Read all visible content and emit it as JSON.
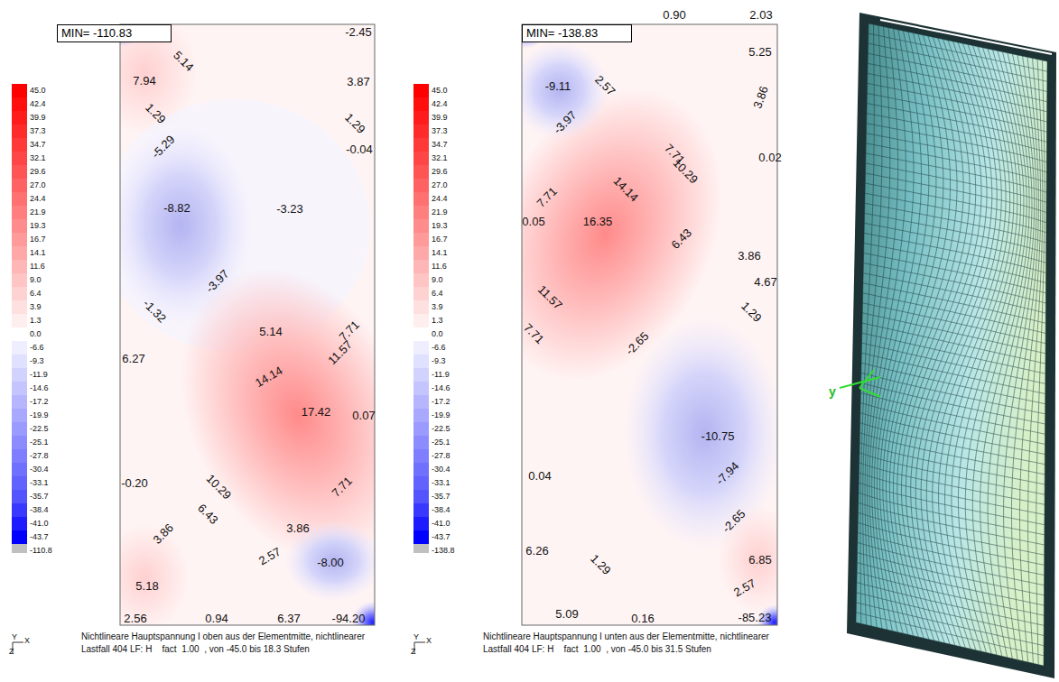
{
  "diagram": {
    "nodes": [
      {
        "text": [
          "MIN= -110.83"
        ]
      },
      {
        "text": [
          "MIN= -138.83"
        ]
      }
    ],
    "labels": [
      "-2.45",
      "5.14",
      "7.94",
      "3.87",
      "1.29",
      "1.29",
      "-5.29",
      "-0.04",
      "-8.82",
      "-3.23",
      "-3.97",
      "-1.32",
      "5.14",
      "7.71",
      "11.57",
      "6.27",
      "14.14",
      "17.42",
      "0.07",
      "-0.20",
      "10.29",
      "7.71",
      "6.43",
      "3.86",
      "3.86",
      "-8.00",
      "2.57",
      "5.18",
      "2.56",
      "0.94",
      "6.37",
      "-94.20",
      "0.90",
      "2.03",
      "5.25",
      "-9.11",
      "2.57",
      "3.86",
      "-3.97",
      "7.71",
      "10.29",
      "0.02",
      "14.14",
      "7.71",
      "0.05",
      "16.35",
      "6.43",
      "3.86",
      "4.67",
      "11.57",
      "1.29",
      "7.71",
      "-2.65",
      "-10.75",
      "0.04",
      "-7.94",
      "-2.65",
      "6.26",
      "1.29",
      "6.85",
      "2.57",
      "5.09",
      "0.16",
      "-85.23",
      "Nichtlineare Hauptspannung I oben aus der Elementmitte, nichtlinearer",
      "Lastfall 404 LF: H    fact  1.00  , von -45.0 bis 18.3 Stufen",
      "Nichtlineare Hauptspannung I unten aus der Elementmitte, nichtlinearer",
      "Lastfall 404 LF: H    fact  1.00  , von -45.0 bis 31.5 Stufen",
      "Y",
      "X",
      "Z",
      "Y",
      "X",
      "Z",
      "y"
    ],
    "legend": [
      {
        "text": "45.0",
        "color": "#ff0000"
      },
      {
        "text": "42.4",
        "color": "#ff0e0e"
      },
      {
        "text": "39.9",
        "color": "#ff1c1c"
      },
      {
        "text": "37.3",
        "color": "#ff2a2a"
      },
      {
        "text": "34.7",
        "color": "#ff3838"
      },
      {
        "text": "32.1",
        "color": "#ff4646"
      },
      {
        "text": "29.6",
        "color": "#ff5454"
      },
      {
        "text": "27.0",
        "color": "#ff6262"
      },
      {
        "text": "24.4",
        "color": "#ff7070"
      },
      {
        "text": "21.9",
        "color": "#ff7e7e"
      },
      {
        "text": "19.3",
        "color": "#ff8c8c"
      },
      {
        "text": "16.7",
        "color": "#ff9a9a"
      },
      {
        "text": "14.1",
        "color": "#ffa8a8"
      },
      {
        "text": "11.6",
        "color": "#ffb6b6"
      },
      {
        "text": "9.0",
        "color": "#ffc4c4"
      },
      {
        "text": "6.4",
        "color": "#ffd2d2"
      },
      {
        "text": "3.9",
        "color": "#ffe0e0"
      },
      {
        "text": "1.3",
        "color": "#ffeeee"
      },
      {
        "text": "0.0",
        "color": "#ffffff"
      },
      {
        "text": "-6.6",
        "color": "#eeeeff"
      },
      {
        "text": "-9.3",
        "color": "#e0e0ff"
      },
      {
        "text": "-11.9",
        "color": "#d2d2ff"
      },
      {
        "text": "-14.6",
        "color": "#c4c4ff"
      },
      {
        "text": "-17.2",
        "color": "#b6b6ff"
      },
      {
        "text": "-19.9",
        "color": "#a8a8ff"
      },
      {
        "text": "-22.5",
        "color": "#9a9aff"
      },
      {
        "text": "-25.1",
        "color": "#8c8cff"
      },
      {
        "text": "-27.8",
        "color": "#7e7eff"
      },
      {
        "text": "-30.4",
        "color": "#7070ff"
      },
      {
        "text": "-33.1",
        "color": "#6262ff"
      },
      {
        "text": "-35.7",
        "color": "#5454ff"
      },
      {
        "text": "-38.4",
        "color": "#3838ff"
      },
      {
        "text": "-41.0",
        "color": "#1c1cff"
      },
      {
        "text": "-43.7",
        "color": "#0000ff"
      },
      {
        "text": "-110.8",
        "color": "#c0c0c0"
      },
      {
        "text": "45.0",
        "color": "#ff0000"
      },
      {
        "text": "42.4",
        "color": "#ff0e0e"
      },
      {
        "text": "39.9",
        "color": "#ff1c1c"
      },
      {
        "text": "37.3",
        "color": "#ff2a2a"
      },
      {
        "text": "34.7",
        "color": "#ff3838"
      },
      {
        "text": "32.1",
        "color": "#ff4646"
      },
      {
        "text": "29.6",
        "color": "#ff5454"
      },
      {
        "text": "27.0",
        "color": "#ff6262"
      },
      {
        "text": "24.4",
        "color": "#ff7070"
      },
      {
        "text": "21.9",
        "color": "#ff7e7e"
      },
      {
        "text": "19.3",
        "color": "#ff8c8c"
      },
      {
        "text": "16.7",
        "color": "#ff9a9a"
      },
      {
        "text": "14.1",
        "color": "#ffa8a8"
      },
      {
        "text": "11.6",
        "color": "#ffb6b6"
      },
      {
        "text": "9.0",
        "color": "#ffc4c4"
      },
      {
        "text": "6.4",
        "color": "#ffd2d2"
      },
      {
        "text": "3.9",
        "color": "#ffe0e0"
      },
      {
        "text": "1.3",
        "color": "#ffeeee"
      },
      {
        "text": "0.0",
        "color": "#ffffff"
      },
      {
        "text": "-6.6",
        "color": "#eeeeff"
      },
      {
        "text": "-9.3",
        "color": "#e0e0ff"
      },
      {
        "text": "-11.9",
        "color": "#d2d2ff"
      },
      {
        "text": "-14.6",
        "color": "#c4c4ff"
      },
      {
        "text": "-17.2",
        "color": "#b6b6ff"
      },
      {
        "text": "-19.9",
        "color": "#a8a8ff"
      },
      {
        "text": "-22.5",
        "color": "#9a9aff"
      },
      {
        "text": "-25.1",
        "color": "#8c8cff"
      },
      {
        "text": "-27.8",
        "color": "#7e7eff"
      },
      {
        "text": "-30.4",
        "color": "#7070ff"
      },
      {
        "text": "-33.1",
        "color": "#6262ff"
      },
      {
        "text": "-35.7",
        "color": "#5454ff"
      },
      {
        "text": "-38.4",
        "color": "#3838ff"
      },
      {
        "text": "-41.0",
        "color": "#1c1cff"
      },
      {
        "text": "-43.7",
        "color": "#0000ff"
      },
      {
        "text": "-138.8",
        "color": "#c0c0c0"
      }
    ]
  }
}
